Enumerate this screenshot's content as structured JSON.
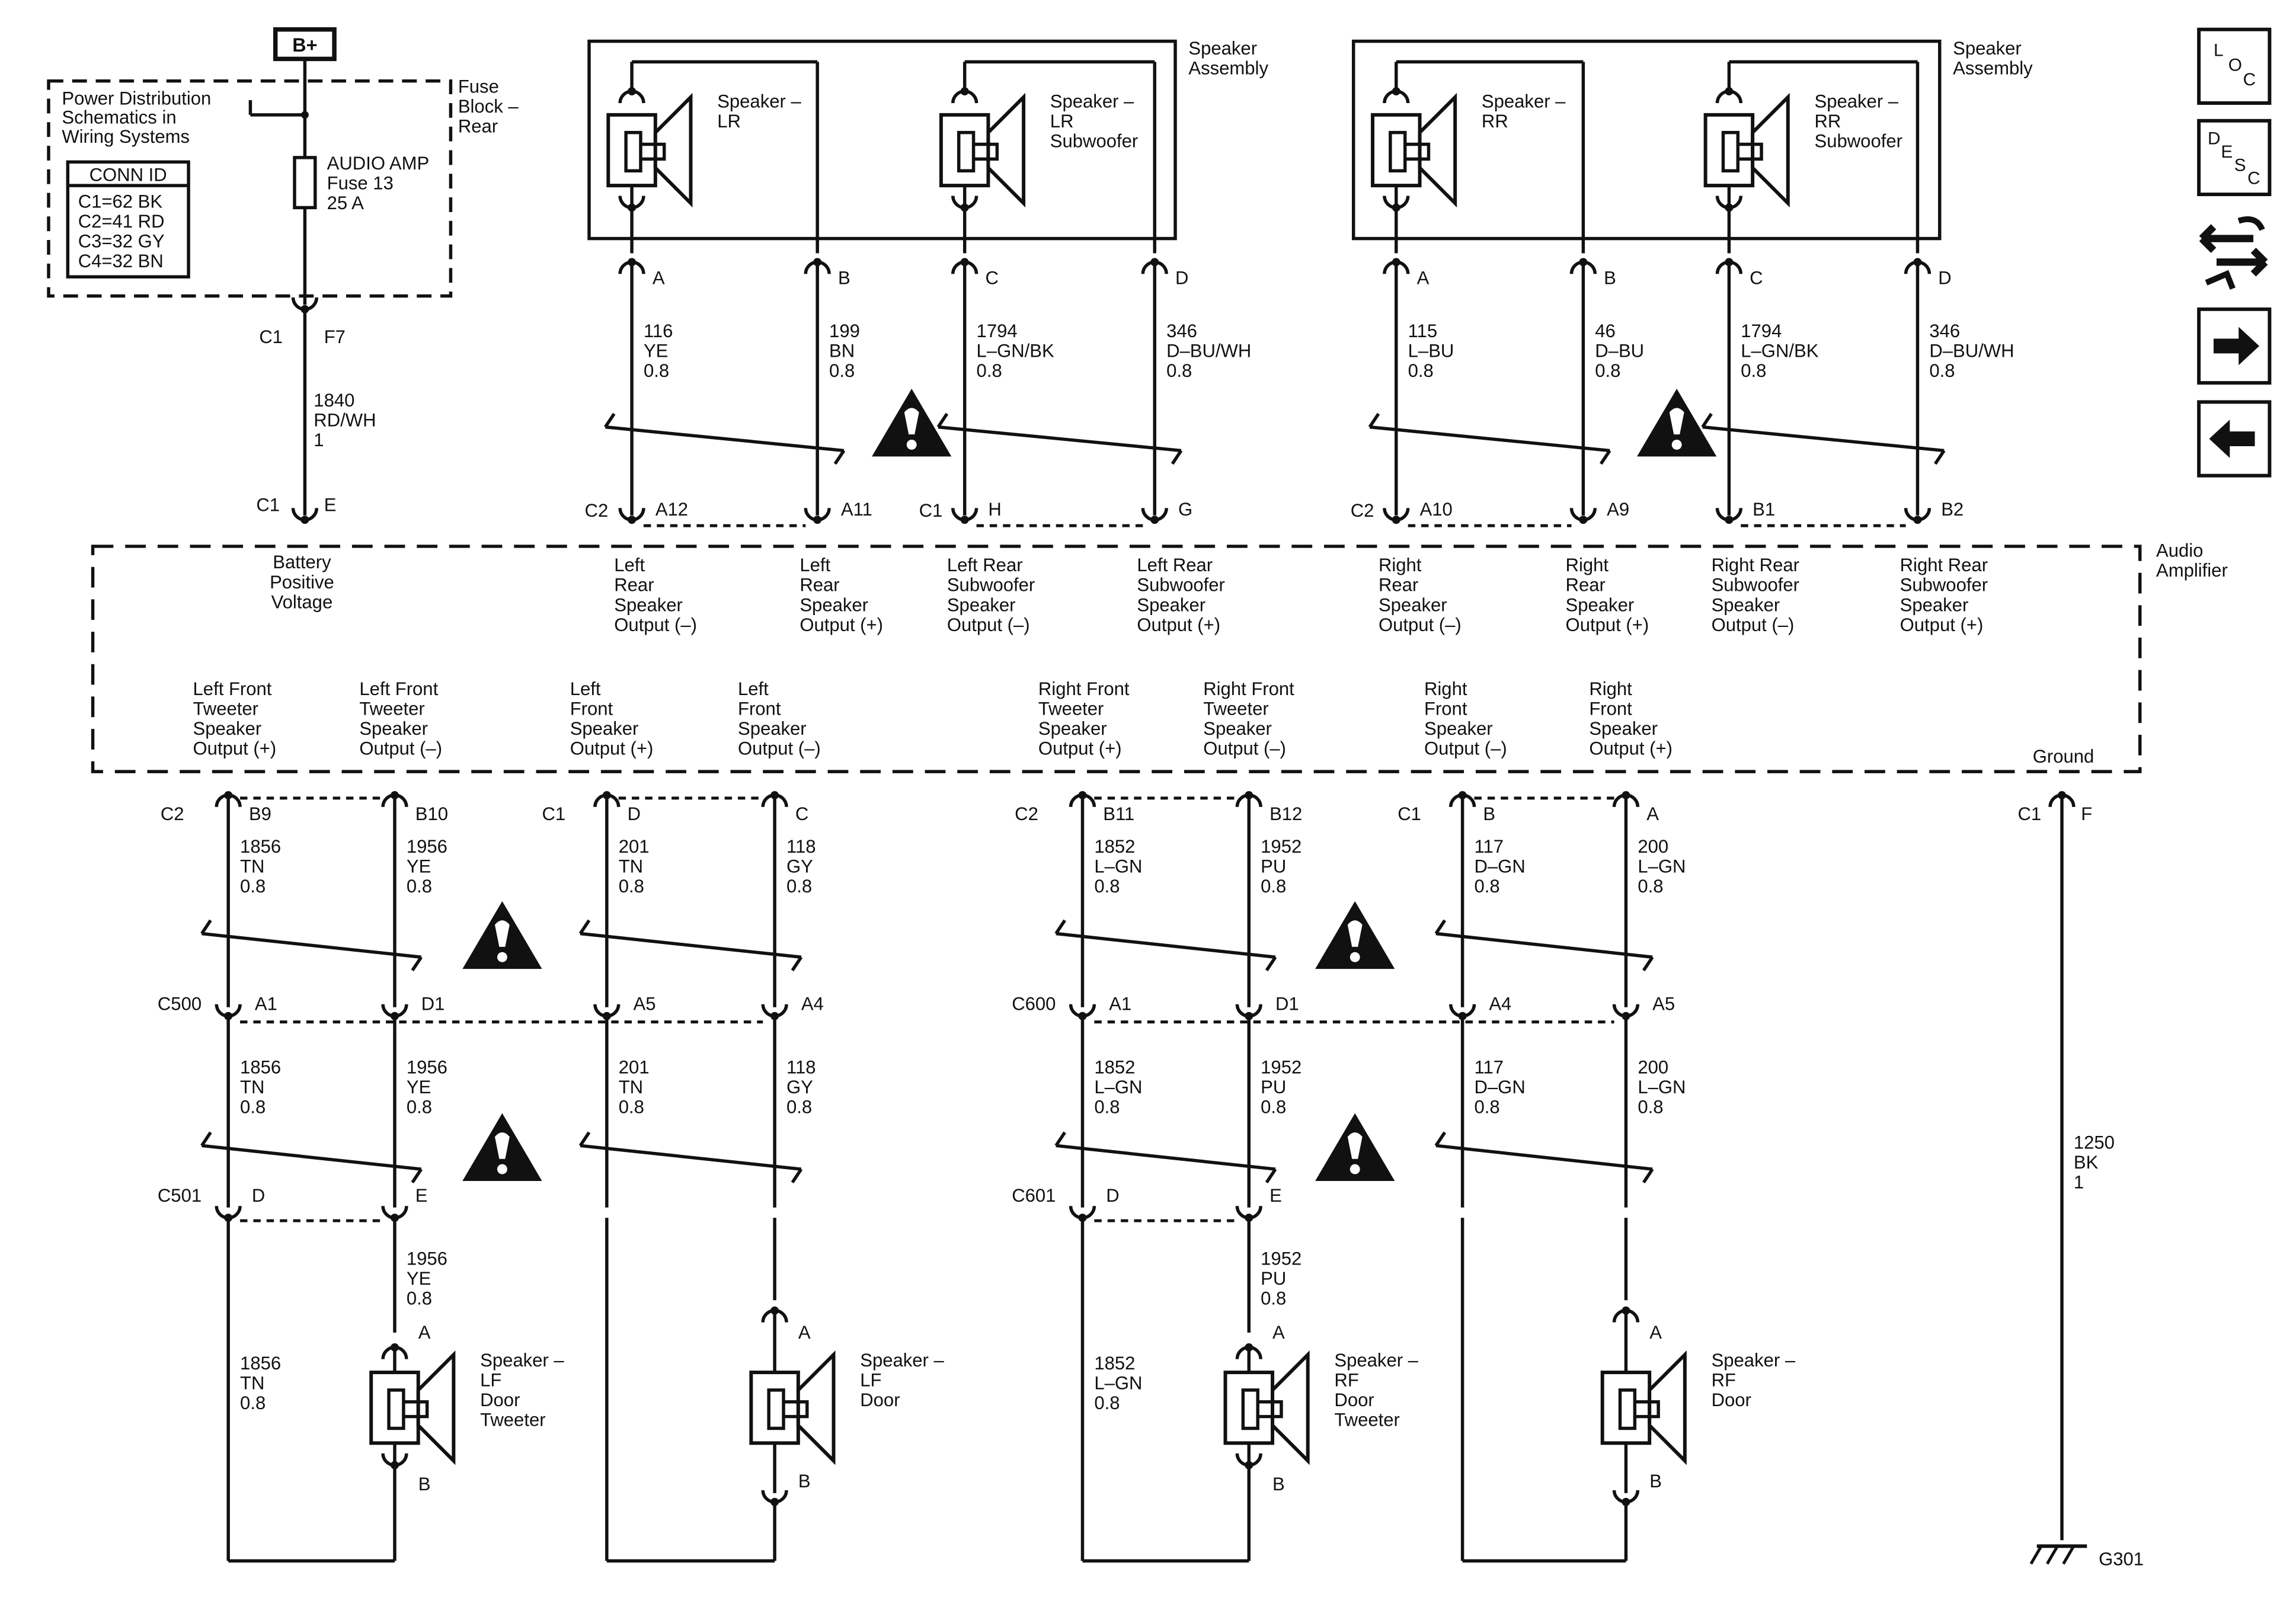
{
  "bplus": "B+",
  "power_dist": [
    "Power Distribution",
    "Schematics in",
    "Wiring Systems"
  ],
  "conn_id": {
    "title": "CONN ID",
    "rows": [
      "C1=62 BK",
      "C2=41 RD",
      "C3=32 GY",
      "C4=32 BN"
    ]
  },
  "fuse": {
    "label": [
      "AUDIO AMP",
      "Fuse 13",
      "25 A"
    ],
    "block": [
      "Fuse",
      "Block –",
      "Rear"
    ],
    "top_conn": "C1",
    "top_pin": "F7",
    "wire": [
      "1840",
      "RD/WH",
      "1"
    ],
    "amp_conn": "C1",
    "amp_pin": "E",
    "amp_desc": [
      "Battery",
      "Positive",
      "Voltage"
    ]
  },
  "amplifier_label": [
    "Audio",
    "Amplifier"
  ],
  "speaker_assembly_label": [
    "Speaker",
    "Assembly"
  ],
  "left_assembly": {
    "speakers": [
      [
        "Speaker –",
        "LR"
      ],
      [
        "Speaker –",
        "LR",
        "Subwoofer"
      ]
    ],
    "pins": [
      "A",
      "B",
      "C",
      "D"
    ],
    "wires": [
      [
        "116",
        "YE",
        "0.8"
      ],
      [
        "199",
        "BN",
        "0.8"
      ],
      [
        "1794",
        "L–GN/BK",
        "0.8"
      ],
      [
        "346",
        "D–BU/WH",
        "0.8"
      ]
    ],
    "amp_conns": [
      "C2",
      "C1"
    ],
    "amp_pins": [
      "A12",
      "A11",
      "H",
      "G"
    ],
    "amp_desc": [
      [
        "Left",
        "Rear",
        "Speaker",
        "Output (–)"
      ],
      [
        "Left",
        "Rear",
        "Speaker",
        "Output (+)"
      ],
      [
        "Left Rear",
        "Subwoofer",
        "Speaker",
        "Output (–)"
      ],
      [
        "Left Rear",
        "Subwoofer",
        "Speaker",
        "Output (+)"
      ]
    ]
  },
  "right_assembly": {
    "speakers": [
      [
        "Speaker –",
        "RR"
      ],
      [
        "Speaker –",
        "RR",
        "Subwoofer"
      ]
    ],
    "pins": [
      "A",
      "B",
      "C",
      "D"
    ],
    "wires": [
      [
        "115",
        "L–BU",
        "0.8"
      ],
      [
        "46",
        "D–BU",
        "0.8"
      ],
      [
        "1794",
        "L–GN/BK",
        "0.8"
      ],
      [
        "346",
        "D–BU/WH",
        "0.8"
      ]
    ],
    "amp_conns": [
      "C2"
    ],
    "amp_pins": [
      "A10",
      "A9",
      "B1",
      "B2"
    ],
    "amp_desc": [
      [
        "Right",
        "Rear",
        "Speaker",
        "Output (–)"
      ],
      [
        "Right",
        "Rear",
        "Speaker",
        "Output (+)"
      ],
      [
        "Right Rear",
        "Subwoofer",
        "Speaker",
        "Output (–)"
      ],
      [
        "Right Rear",
        "Subwoofer",
        "Speaker",
        "Output (+)"
      ]
    ]
  },
  "front_left": {
    "amp_desc": [
      [
        "Left Front",
        "Tweeter",
        "Speaker",
        "Output (+)"
      ],
      [
        "Left Front",
        "Tweeter",
        "Speaker",
        "Output (–)"
      ],
      [
        "Left",
        "Front",
        "Speaker",
        "Output (+)"
      ],
      [
        "Left",
        "Front",
        "Speaker",
        "Output (–)"
      ]
    ],
    "amp_conns": [
      "C2",
      "C1"
    ],
    "amp_pins": [
      "B9",
      "B10",
      "D",
      "C"
    ],
    "wires_upper": [
      [
        "1856",
        "TN",
        "0.8"
      ],
      [
        "1956",
        "YE",
        "0.8"
      ],
      [
        "201",
        "TN",
        "0.8"
      ],
      [
        "118",
        "GY",
        "0.8"
      ]
    ],
    "inline1": {
      "name": "C500",
      "pins": [
        "A1",
        "D1",
        "A5",
        "A4"
      ]
    },
    "wires_mid": [
      [
        "1856",
        "TN",
        "0.8"
      ],
      [
        "1956",
        "YE",
        "0.8"
      ],
      [
        "201",
        "TN",
        "0.8"
      ],
      [
        "118",
        "GY",
        "0.8"
      ]
    ],
    "inline2": {
      "name": "C501",
      "pins": [
        "D",
        "E"
      ]
    },
    "wire_tweeter_plus": [
      "1856",
      "TN",
      "0.8"
    ],
    "wire_tweeter_minus": [
      "1956",
      "YE",
      "0.8"
    ],
    "tweeter": [
      "Speaker –",
      "LF",
      "Door",
      "Tweeter"
    ],
    "door": [
      "Speaker –",
      "LF",
      "Door"
    ],
    "pin_a": "A",
    "pin_b": "B"
  },
  "front_right": {
    "amp_desc": [
      [
        "Right Front",
        "Tweeter",
        "Speaker",
        "Output (+)"
      ],
      [
        "Right Front",
        "Tweeter",
        "Speaker",
        "Output (–)"
      ],
      [
        "Right",
        "Front",
        "Speaker",
        "Output (–)"
      ],
      [
        "Right",
        "Front",
        "Speaker",
        "Output (+)"
      ]
    ],
    "amp_conns": [
      "C2",
      "C1"
    ],
    "amp_pins": [
      "B11",
      "B12",
      "B",
      "A"
    ],
    "wires_upper": [
      [
        "1852",
        "L–GN",
        "0.8"
      ],
      [
        "1952",
        "PU",
        "0.8"
      ],
      [
        "117",
        "D–GN",
        "0.8"
      ],
      [
        "200",
        "L–GN",
        "0.8"
      ]
    ],
    "inline1": {
      "name": "C600",
      "pins": [
        "A1",
        "D1",
        "A4",
        "A5"
      ]
    },
    "wires_mid": [
      [
        "1852",
        "L–GN",
        "0.8"
      ],
      [
        "1952",
        "PU",
        "0.8"
      ],
      [
        "117",
        "D–GN",
        "0.8"
      ],
      [
        "200",
        "L–GN",
        "0.8"
      ]
    ],
    "inline2": {
      "name": "C601",
      "pins": [
        "D",
        "E"
      ]
    },
    "wire_tweeter_plus": [
      "1852",
      "L–GN",
      "0.8"
    ],
    "wire_tweeter_minus": [
      "1952",
      "PU",
      "0.8"
    ],
    "tweeter": [
      "Speaker –",
      "RF",
      "Door",
      "Tweeter"
    ],
    "door": [
      "Speaker –",
      "RF",
      "Door"
    ],
    "pin_a": "A",
    "pin_b": "B"
  },
  "ground": {
    "label": "Ground",
    "conn": "C1",
    "pin": "F",
    "wire": [
      "1250",
      "BK",
      "1"
    ],
    "name": "G301"
  },
  "nav": {
    "loc": [
      "L",
      "O",
      "C"
    ],
    "desc": [
      "D",
      "E",
      "S",
      "C"
    ],
    "icons": [
      "loc-icon",
      "desc-icon",
      "harness-icon",
      "next-arrow-icon",
      "back-arrow-icon"
    ]
  }
}
